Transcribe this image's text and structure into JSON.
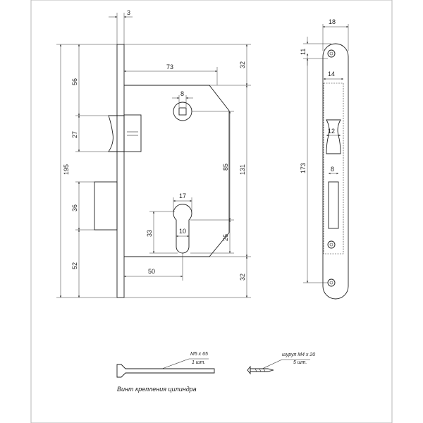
{
  "dimensions": {
    "faceplate_thickness": "3",
    "total_height": "195",
    "top_to_latch": "56",
    "latch_height": "27",
    "bolt_height": "36",
    "bolt_to_bottom": "52",
    "backset_body": "73",
    "top_offset": "32",
    "square_hole": "8",
    "center_to_center": "85",
    "body_height": "131",
    "cylinder_width": "17",
    "cylinder_pin": "10",
    "cylinder_height": "33",
    "cylinder_lower": "26",
    "backset": "50",
    "bottom_offset": "32",
    "strike_width": "18",
    "strike_top": "11",
    "strike_inner_width": "14",
    "strike_latch_hole": "12",
    "strike_height": "173",
    "strike_bolt_hole": "8"
  },
  "notes": {
    "screw_long_spec": "M5 x 65",
    "screw_long_qty": "1 шт.",
    "screw_short_spec": "шуруп M4 x 20",
    "screw_short_qty": "5 шт.",
    "cylinder_screw_caption": "Винт крепления цилиндра"
  }
}
